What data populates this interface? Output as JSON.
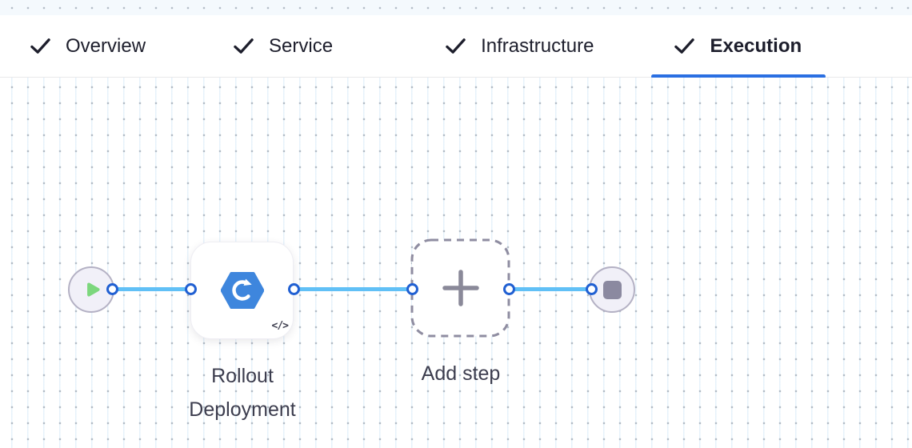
{
  "tabs": [
    {
      "label": "Overview",
      "checked": true,
      "active": false
    },
    {
      "label": "Service",
      "checked": true,
      "active": false
    },
    {
      "label": "Infrastructure",
      "checked": true,
      "active": false
    },
    {
      "label": "Execution",
      "checked": true,
      "active": true
    }
  ],
  "canvas": {
    "start_node": {
      "type": "start",
      "icon": "play-icon"
    },
    "step": {
      "label": "Rollout Deployment",
      "icon": "k8s-rollout-icon",
      "badge_glyph": "</>"
    },
    "placeholder": {
      "label": "Add step",
      "icon": "plus-icon"
    },
    "end_node": {
      "type": "stop",
      "icon": "stop-icon"
    }
  },
  "colors": {
    "active_tab_underline": "#2a6fe2",
    "connector_line": "#61c0f6",
    "port_border": "#2160d2",
    "step_icon_blue": "#3e86dd",
    "play_green": "#7cd77d",
    "stop_gray": "#8b89a0",
    "tab_text": "#1d1e2c",
    "label_text": "#3c3d4e"
  }
}
